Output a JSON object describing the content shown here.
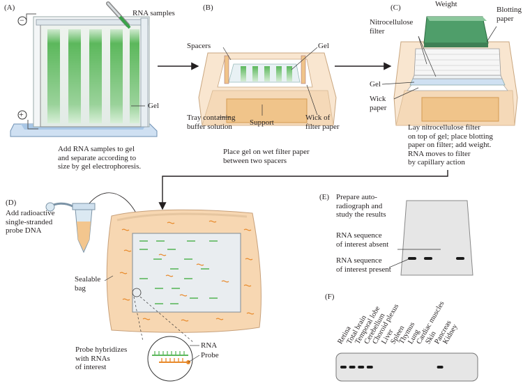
{
  "panels": {
    "A": {
      "letter": "(A)",
      "label_rna_samples": "RNA samples",
      "label_gel": "Gel",
      "sign_minus": "−",
      "sign_plus": "+",
      "caption": "Add RNA samples to gel\nand separate according to\nsize by gel electrophoresis."
    },
    "B": {
      "letter": "(B)",
      "label_spacers": "Spacers",
      "label_gel": "Gel",
      "label_tray": "Tray containing\nbuffer solution",
      "label_support": "Support",
      "label_wick": "Wick of\nfilter paper",
      "caption": "Place gel on wet filter paper\nbetween two spacers"
    },
    "C": {
      "letter": "(C)",
      "label_weight": "Weight",
      "label_blotting": "Blotting\npaper",
      "label_nitro": "Nitrocellulose\nfilter",
      "label_gel": "Gel",
      "label_wick": "Wick\npaper",
      "caption": "Lay nitrocellulose filter\non top of gel; place blotting\npaper on filter; add weight.\nRNA moves to filter\nby capillary action"
    },
    "D": {
      "letter": "(D)",
      "label_probe": "Add radioactive\nsingle-stranded\nprobe DNA",
      "label_bag": "Sealable\nbag",
      "label_hybrid": "Probe hybridizes\nwith RNAs\nof interest",
      "label_rna": "RNA",
      "label_probe_zoom": "Probe"
    },
    "E": {
      "letter": "(E)",
      "label_prepare": "Prepare auto-\nradiograph and\nstudy the results",
      "label_absent": "RNA sequence\nof interest absent",
      "label_present": "RNA sequence\nof interest present"
    },
    "F": {
      "letter": "(F)",
      "tissues": [
        "Retina",
        "Total brain",
        "Temporal lobe",
        "Cerebellum",
        "Choroid plexus",
        "Liver",
        "Spleen",
        "Thymus",
        "Lung",
        "Cardiac muscles",
        "Skin",
        "Pancreas",
        "Kidney"
      ],
      "band_present": [
        1,
        1,
        1,
        1,
        0,
        0,
        0,
        0,
        0,
        0,
        0,
        1,
        0
      ]
    }
  },
  "colors": {
    "gel_green": "#5cb85c",
    "tray_tan": "#f5d9b8",
    "support_orange": "#f0c48a",
    "probe_orange": "#e8892a",
    "band_dark": "#1a1a1a",
    "film_gray": "#e6e6e6"
  }
}
